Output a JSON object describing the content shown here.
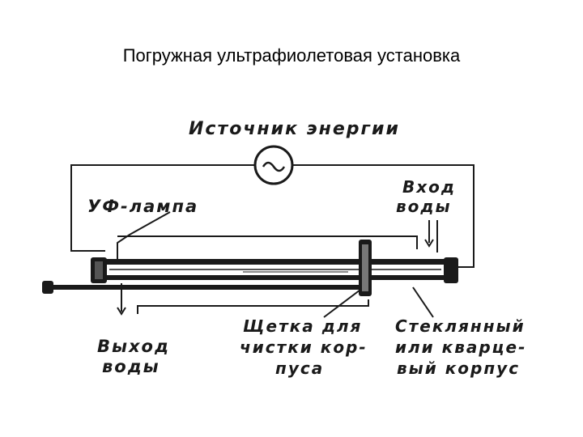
{
  "title": "Погружная ультрафиолетовая установка",
  "labels": {
    "energy_source": "Источник энергии",
    "uv_lamp": "УФ-лампа",
    "water_in_1": "Вход",
    "water_in_2": "воды",
    "water_out_1": "Выход",
    "water_out_2": "воды",
    "brush_1": "Щетка для",
    "brush_2": "чистки кор-",
    "brush_3": "пуса",
    "housing_1": "Стеклянный",
    "housing_2": "или кварце-",
    "housing_3": "вый корпус"
  },
  "colors": {
    "ink": "#1a1a1a"
  },
  "icons": {
    "source_symbol": "ac-source-icon"
  }
}
